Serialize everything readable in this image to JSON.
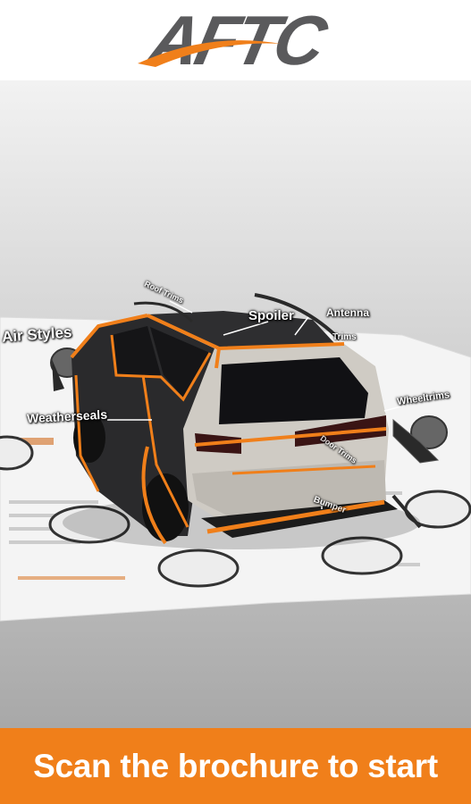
{
  "brand": {
    "logo_text": "AFTC",
    "orange": "#f07f1a",
    "gray": "#5a5a5c"
  },
  "scene": {
    "callouts": {
      "air_styles": "Air Styles",
      "spoiler": "Spoiler",
      "antenna": "Antenna",
      "weatherseals": "Weatherseals",
      "wheeltrims": "Wheeltrims",
      "roof": "Roof Trims",
      "trims": "Trims",
      "door": "Door Trims",
      "bumper": "Bumper"
    }
  },
  "footer": {
    "cta": "Scan the brochure to start"
  }
}
